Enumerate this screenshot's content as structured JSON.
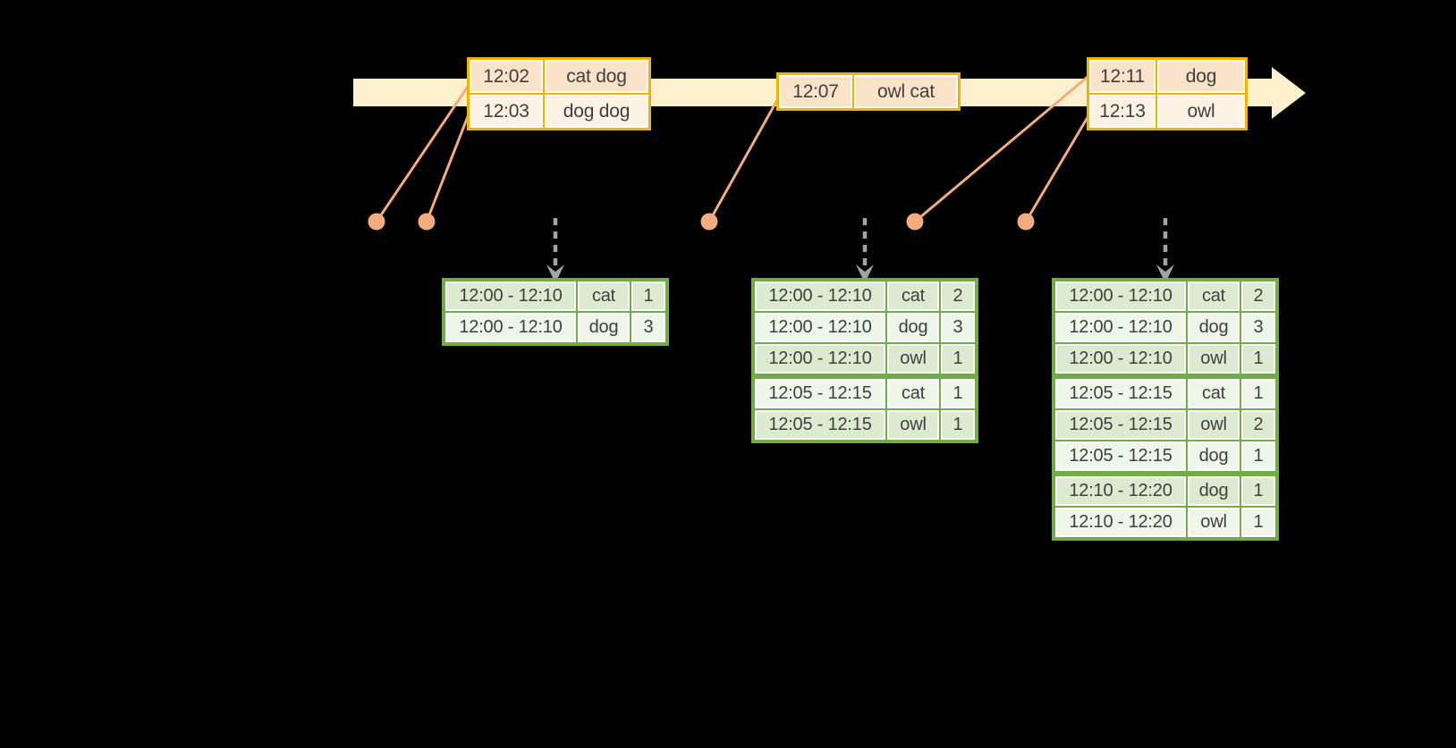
{
  "diagram": {
    "kind": "windowed-streaming-aggregation-timeline",
    "colors": {
      "background": "#000000",
      "timeline_band": "#FCF1CC",
      "event_border": "#F2B200",
      "event_row_dark": "#FAE3C8",
      "event_row_light": "#FDF2E4",
      "result_border": "#70AD47",
      "result_row_dark": "#DCEAD0",
      "result_row_light": "#EEF5E9",
      "connector": "#F2AC7E",
      "drop_arrow": "#A3A3A3",
      "text": "#3F3F3F"
    }
  },
  "event_tables": [
    {
      "name": "events-1",
      "rows": [
        {
          "time": "12:02",
          "words": "cat dog"
        },
        {
          "time": "12:03",
          "words": "dog dog"
        }
      ]
    },
    {
      "name": "events-2",
      "rows": [
        {
          "time": "12:07",
          "words": "owl cat"
        }
      ]
    },
    {
      "name": "events-3",
      "rows": [
        {
          "time": "12:11",
          "words": "dog"
        },
        {
          "time": "12:13",
          "words": "owl"
        }
      ]
    }
  ],
  "result_tables": [
    {
      "name": "result-table-1",
      "rows": [
        {
          "window": "12:00 - 12:10",
          "word": "cat",
          "count": "1"
        },
        {
          "window": "12:00 - 12:10",
          "word": "dog",
          "count": "3"
        }
      ]
    },
    {
      "name": "result-table-2",
      "rows": [
        {
          "window": "12:00 - 12:10",
          "word": "cat",
          "count": "2"
        },
        {
          "window": "12:00 - 12:10",
          "word": "dog",
          "count": "3"
        },
        {
          "window": "12:00 - 12:10",
          "word": "owl",
          "count": "1"
        },
        {
          "window": "12:05 - 12:15",
          "word": "cat",
          "count": "1"
        },
        {
          "window": "12:05 - 12:15",
          "word": "owl",
          "count": "1"
        }
      ]
    },
    {
      "name": "result-table-3",
      "rows": [
        {
          "window": "12:00 - 12:10",
          "word": "cat",
          "count": "2"
        },
        {
          "window": "12:00 - 12:10",
          "word": "dog",
          "count": "3"
        },
        {
          "window": "12:00 - 12:10",
          "word": "owl",
          "count": "1"
        },
        {
          "window": "12:05 - 12:15",
          "word": "cat",
          "count": "1"
        },
        {
          "window": "12:05 - 12:15",
          "word": "owl",
          "count": "2"
        },
        {
          "window": "12:05 - 12:15",
          "word": "dog",
          "count": "1"
        },
        {
          "window": "12:10 - 12:20",
          "word": "dog",
          "count": "1"
        },
        {
          "window": "12:10 - 12:20",
          "word": "owl",
          "count": "1"
        }
      ]
    }
  ]
}
